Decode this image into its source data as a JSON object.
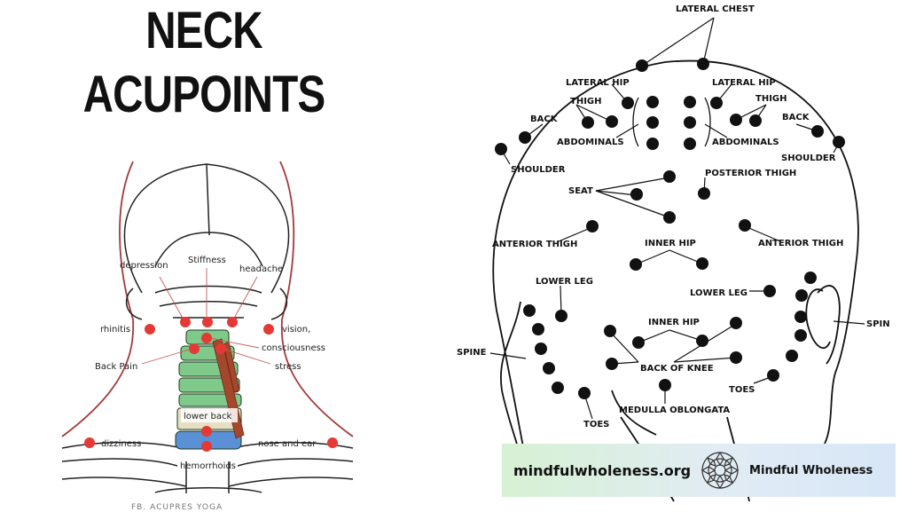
{
  "title": {
    "line1": "NECK",
    "line2": "ACUPOINTS"
  },
  "neck_labels": {
    "depression": "depression",
    "stiffness": "Stiffness",
    "headache": "headache",
    "rhinitis": "rhinitis",
    "vision": "vision,",
    "consciousness": "consciousness",
    "back_pain": "Back Pain",
    "stress": "stress",
    "lower_back": "lower back",
    "dizziness": "dizziness",
    "nose_and_ear": "nose and ear",
    "hemorrhoids": "hemorrhoids"
  },
  "head_labels": {
    "lateral_chest": "LATERAL CHEST",
    "lateral_hip_left": "LATERAL HIP",
    "lateral_hip_right": "LATERAL HIP",
    "thigh_left": "THIGH",
    "thigh_right": "THIGH",
    "back_left": "BACK",
    "back_right": "BACK",
    "abdominals_left": "ABDOMINALS",
    "abdominals_right": "ABDOMINALS",
    "shoulder_left": "SHOULDER",
    "shoulder_right": "SHOULDER",
    "posterior_thigh": "POSTERIOR THIGH",
    "seat": "SEAT",
    "anterior_thigh_left": "ANTERIOR THIGH",
    "anterior_thigh_right": "ANTERIOR THIGH",
    "inner_hip_top": "INNER HIP",
    "lower_leg_left": "LOWER LEG",
    "lower_leg_right": "LOWER LEG",
    "spin": "SPIN",
    "inner_hip_bottom": "INNER HIP",
    "spine": "SPINE",
    "back_of_knee": "BACK OF KNEE",
    "toes_right": "TOES",
    "medulla_oblongata": "MEDULLA OBLONGATA",
    "toes_left": "TOES"
  },
  "brand": {
    "url": "mindfulwholeness.org",
    "name": "Mindful Wholeness"
  },
  "footer": "FB. ACUPRES YOGA",
  "colors": {
    "acupoint_dot": "#e53935",
    "cervical_vertebrae": "#7fc98b",
    "lumbar_band": "#e6dfc4",
    "sacral_band": "#5b8fd6",
    "neck_muscle": "#a5472b",
    "body_outline": "#a23a3a",
    "brand_bg_start": "#d6f1d3",
    "brand_bg_end": "#d7e6f7"
  }
}
